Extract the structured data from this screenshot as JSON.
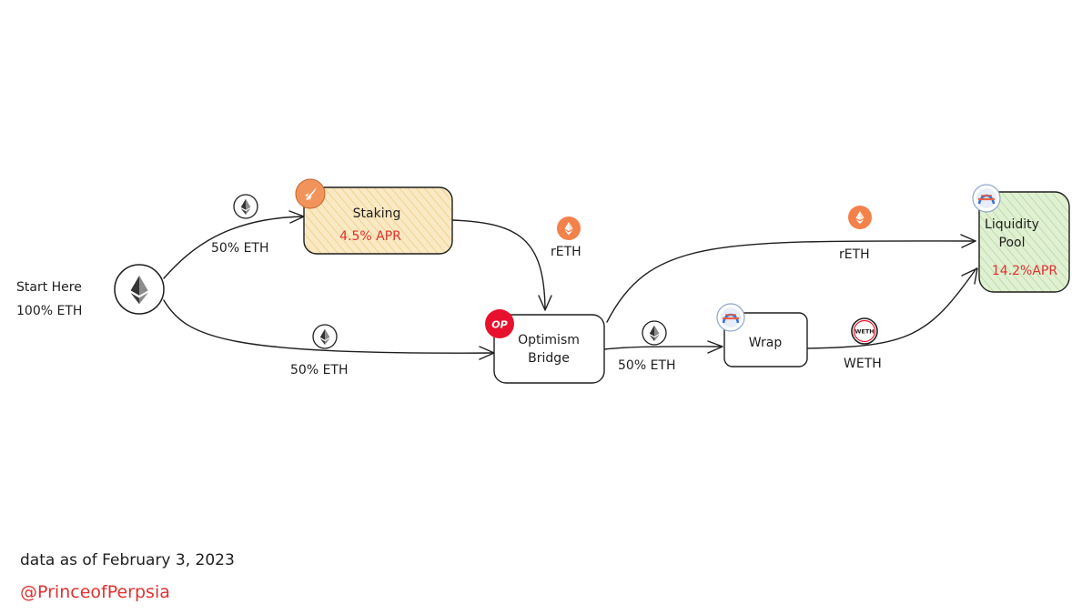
{
  "start": {
    "label_line1": "Start Here",
    "label_line2": "100% ETH"
  },
  "nodes": {
    "staking": {
      "title": "Staking",
      "apr": "4.5% APR"
    },
    "optimism_bridge": {
      "line1": "Optimism",
      "line2": "Bridge",
      "badge": "OP"
    },
    "wrap": {
      "title": "Wrap"
    },
    "liquidity_pool": {
      "line1": "Liquidity",
      "line2": "Pool",
      "apr": "14.2%APR"
    }
  },
  "edges": {
    "to_staking": "50% ETH",
    "to_bridge_direct": "50% ETH",
    "staking_to_bridge": "rETH",
    "bridge_to_wrap": "50% ETH",
    "bridge_to_pool": "rETH",
    "wrap_to_pool": "WETH"
  },
  "token_badges": {
    "weth": "WETH"
  },
  "footer": {
    "date_note": "data as of February 3, 2023",
    "handle": "@PrinceofPerpsia"
  },
  "colors": {
    "staking_fill": "#f9e9c4",
    "staking_hatch": "#f0c36a",
    "pool_fill": "#e0f0d2",
    "pool_hatch": "#a9d18e",
    "stroke": "#1e1e1e",
    "accent_red": "#e03131",
    "reth_orange": "#f3824a",
    "op_red": "#e8112d"
  },
  "icons": [
    "ethereum-icon",
    "reth-icon",
    "rocket-pool-icon",
    "op-icon",
    "aave-icon",
    "weth-icon"
  ]
}
